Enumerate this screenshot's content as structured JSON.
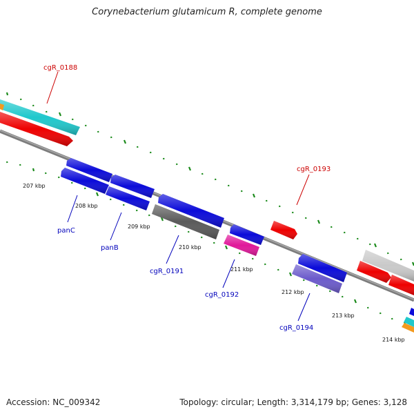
{
  "title": "Corynebacterium glutamicum R, complete genome",
  "footer": {
    "accession": "Accession: NC_009342",
    "summary": "Topology: circular; Length: 3,314,179 bp; Genes: 3,128"
  },
  "colors": {
    "forward_label": "#cc0000",
    "reverse_label": "#0000bb",
    "tick": "#1a8a1a",
    "backbone": "#808080"
  },
  "kbp_ticks": [
    "207 kbp",
    "208 kbp",
    "209 kbp",
    "210 kbp",
    "211 kbp",
    "212 kbp",
    "213 kbp",
    "214 kbp"
  ],
  "gene_labels": [
    {
      "name": "cgR_0188",
      "strand": "forward"
    },
    {
      "name": "cgR_0193",
      "strand": "forward"
    },
    {
      "name": "panC",
      "strand": "reverse"
    },
    {
      "name": "panB",
      "strand": "reverse"
    },
    {
      "name": "cgR_0191",
      "strand": "reverse"
    },
    {
      "name": "cgR_0192",
      "strand": "reverse"
    },
    {
      "name": "cgR_0194",
      "strand": "reverse"
    }
  ]
}
